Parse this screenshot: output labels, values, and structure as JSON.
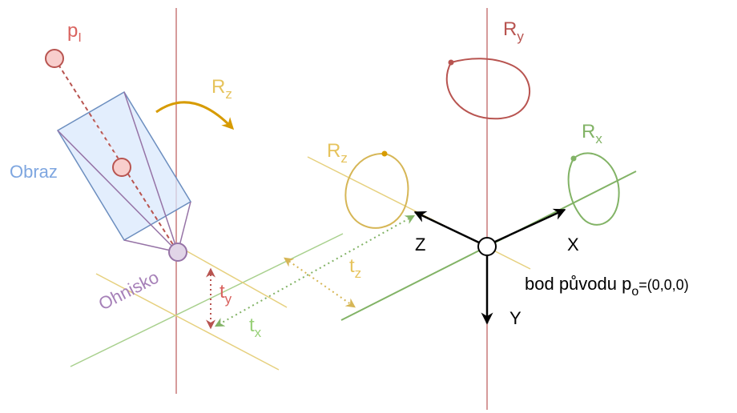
{
  "colors": {
    "red_line": "#c87a7a",
    "red_dark": "#b85450",
    "red_fill": "#f8cecc",
    "blue": "#6c8ebf",
    "blue_fill": "#dae8fc",
    "purple": "#9673a6",
    "purple_fill": "#e1d5e7",
    "orange": "#d79b00",
    "yellow": "#e6d07e",
    "yellow_arrow": "#d6b656",
    "green_line": "#a8d08d",
    "green": "#82b366",
    "black": "#000000"
  },
  "labels": {
    "p_main": "p",
    "p_sub": "I",
    "obraz": "Obraz",
    "ohnisko": "Ohnisko",
    "rz_top_main": "R",
    "rz_top_sub": "z",
    "ry_main": "R",
    "ry_sub": "y",
    "rz_right_main": "R",
    "rz_right_sub": "z",
    "rx_main": "R",
    "rx_sub": "x",
    "tz_main": "t",
    "tz_sub": "z",
    "ty_main": "t",
    "ty_sub": "y",
    "tx_main": "t",
    "tx_sub": "x",
    "axis_z": "Z",
    "axis_x": "X",
    "axis_y": "Y",
    "origin_main": "bod původu p",
    "origin_sub": "o",
    "origin_eq": "=(0,0,0)"
  }
}
